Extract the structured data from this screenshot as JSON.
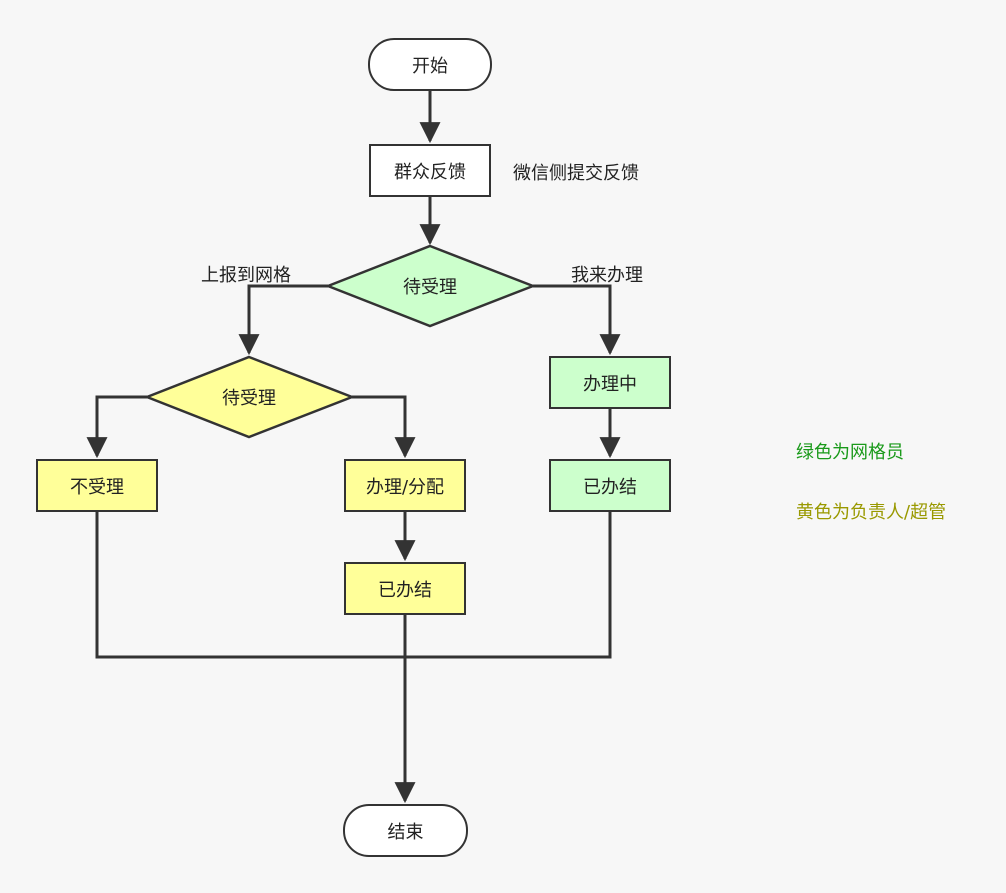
{
  "nodes": {
    "start": "开始",
    "feedback": "群众反馈",
    "pending_top": "待受理",
    "pending_left": "待受理",
    "in_progress": "办理中",
    "done_right": "已办结",
    "not_accepted": "不受理",
    "handle_assign": "办理/分配",
    "done_middle": "已办结",
    "end": "结束"
  },
  "edge_labels": {
    "wechat_submit": "微信侧提交反馈",
    "report_grid": "上报到网格",
    "i_handle": "我来办理"
  },
  "legend": {
    "green": "绿色为网格员",
    "yellow": "黄色为负责人/超管"
  },
  "colors": {
    "green_fill": "#ccffcc",
    "yellow_fill": "#ffff99",
    "green_text": "#1a9a1a",
    "yellow_text": "#999900",
    "stroke": "#333333"
  }
}
